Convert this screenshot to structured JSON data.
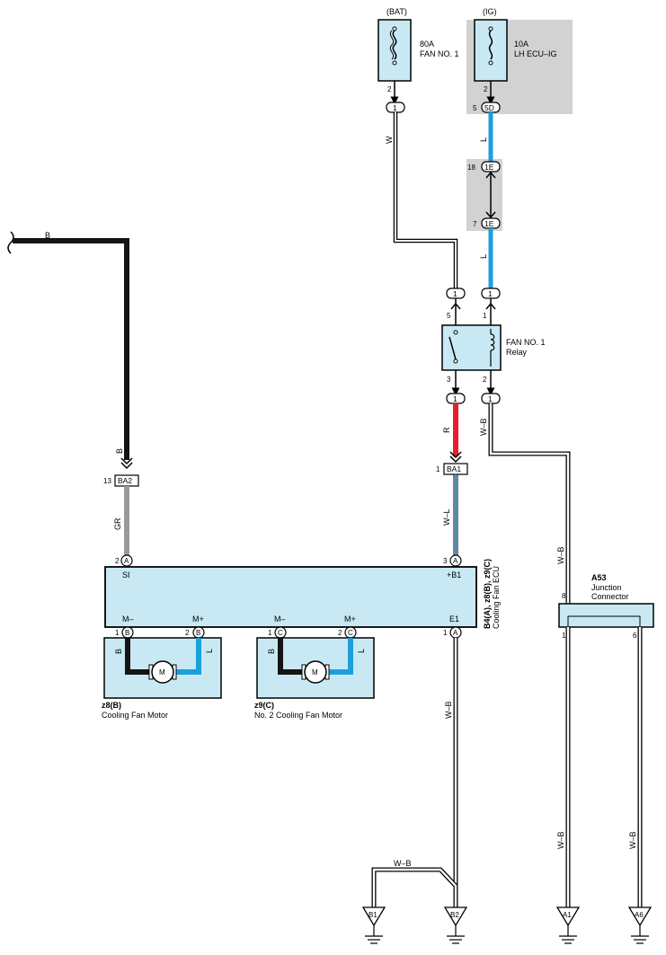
{
  "sources": {
    "bat": "(BAT)",
    "ig": "(IG)"
  },
  "fuses": {
    "fan1_rating": "80A",
    "fan1_name": "FAN NO. 1",
    "ecu_rating": "10A",
    "ecu_name": "LH ECU–IG"
  },
  "relay": {
    "line1": "FAN NO. 1",
    "line2": "Relay"
  },
  "ecu": {
    "id_prefix": "B4(A), ",
    "id_z8": "z8(B), ",
    "id_z9": "z9(C)",
    "name": "Cooling Fan ECU",
    "pin_si": "SI",
    "pin_b1": "+B1",
    "pin_e1": "E1",
    "pin_m_minus": "M–",
    "pin_m_plus": "M+"
  },
  "motors": {
    "m1_id": "z8(B)",
    "m1_name": "Cooling Fan Motor",
    "m2_id": "z9(C)",
    "m2_name": "No.  2 Cooling Fan Motor",
    "symbol": "M"
  },
  "junction": {
    "id": "A53",
    "line1": "Junction",
    "line2": "Connector"
  },
  "wires": {
    "w": "W",
    "l": "L",
    "b": "B",
    "r": "R",
    "gr": "GR",
    "wl": "W–L",
    "wb": "W–B"
  },
  "connectors": {
    "c1": "1",
    "c5d": "5D",
    "c1e": "1E",
    "ba1": "BA1",
    "ba2": "BA2",
    "a": "A",
    "b": "B",
    "c": "C"
  },
  "pins": {
    "p1": "1",
    "p2": "2",
    "p3": "3",
    "p5": "5",
    "p6": "6",
    "p7": "7",
    "p8": "8",
    "p13": "13",
    "p18": "18"
  },
  "grounds": {
    "b1": "B1",
    "b2": "B2",
    "a1": "A1",
    "a6": "A6"
  },
  "colors": {
    "blue_wire": "#1ca0dc",
    "red_wire": "#e6202a",
    "gray_wire": "#9a9a9a",
    "black_wire": "#141414",
    "component_fill": "#c8e9f4",
    "shade": "#d2d2d2"
  }
}
